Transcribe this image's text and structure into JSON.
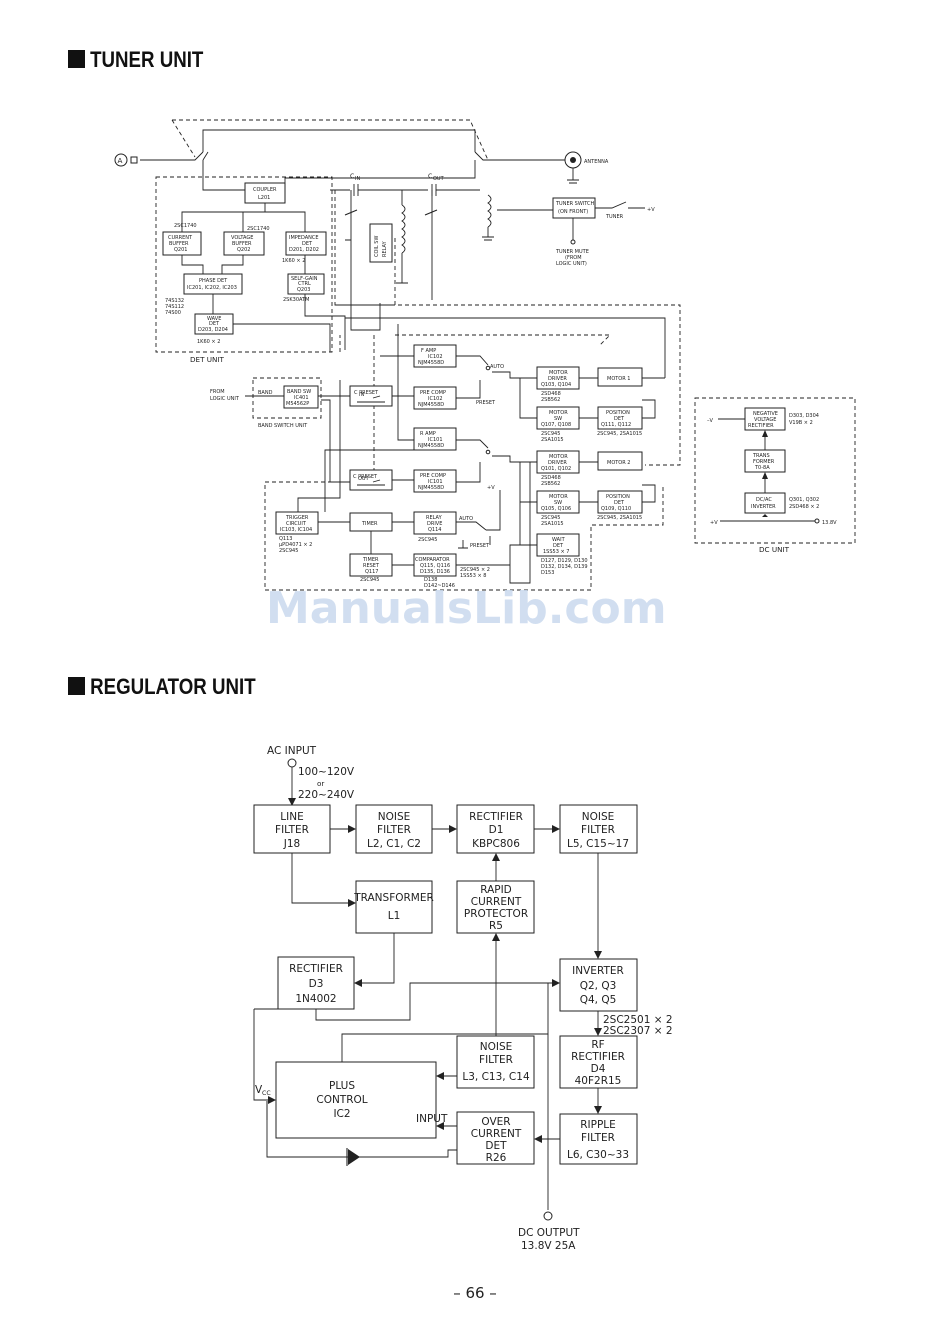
{
  "titles": {
    "tuner": "TUNER UNIT",
    "regulator": "REGULATOR UNIT"
  },
  "watermark": "ManualsLib.com",
  "page_number": "– 66 –",
  "tuner": {
    "connector": "A",
    "antenna": "ANTENNA",
    "c_in": "C",
    "c_in_sub": "IN",
    "c_out": "C",
    "c_out_sub": "OUT",
    "coupler": [
      "COUPLER",
      "L201"
    ],
    "current_buffer": [
      "CURRENT",
      "BUFFER",
      "Q201"
    ],
    "voltage_buffer": [
      "VOLTAGE",
      "BUFFER",
      "Q202"
    ],
    "impedance_det": [
      "IMPEDANCE",
      "DET",
      "D201, D202"
    ],
    "phase_det": [
      "PHASE DET",
      "IC201, IC202, IC203"
    ],
    "self_gain": [
      "SELF-GAIN",
      "CTRL",
      "Q203"
    ],
    "wave_det": [
      "WAVE",
      "DET",
      "D203, D204"
    ],
    "coil_relay": [
      "COIL SW",
      "RELAY"
    ],
    "tuner_switch": [
      "TUNER SWITCH",
      "(ON FRONT)"
    ],
    "tuner_label": "TUNER",
    "plus_v": "+V",
    "tuner_mute": [
      "TUNER MUTE",
      "(FROM",
      "LOGIC UNIT)"
    ],
    "part_2sc1740a": "2SC1740",
    "part_2sc1740b": "2SC1740",
    "part_1s1_60": "1K60 × 2",
    "part_ic_list": [
      "74S132",
      "74S112",
      "74S00"
    ],
    "part_2sk30": "2SK30ATM",
    "part_1k60b": "1K60 × 2",
    "det_unit": "DET UNIT",
    "from_logic": [
      "FROM",
      "LOGIC UNIT"
    ],
    "band_label": "BAND",
    "band_sw": [
      "BAND SW",
      "IC401",
      "M54562P"
    ],
    "band_switch_unit": "BAND SWITCH UNIT",
    "cin_preset": "C   PRESET",
    "cin_preset_sub": "IN",
    "cout_preset": "C    PRESET",
    "cout_preset_sub": "OUT",
    "fin_amp": [
      "F   AMP",
      "IC102",
      "NJM4558D"
    ],
    "pre_comp1": [
      "PRE COMP",
      "IC102",
      "NJM4558D"
    ],
    "rout_amp": [
      "R   AMP",
      "IC101",
      "NJM4558D"
    ],
    "pre_comp2": [
      "PRE COMP",
      "IC101",
      "NJM4558D"
    ],
    "auto1": "AUTO",
    "preset1": "PRESET",
    "motor_driver1": [
      "MOTOR",
      "DRIVER",
      "Q103, Q104"
    ],
    "motor1": "MOTOR 1",
    "md1_parts": [
      "2SD468",
      "2SB562"
    ],
    "motor_sw1": [
      "MOTOR",
      "SW",
      "Q107, Q108"
    ],
    "position_det1": [
      "POSITION",
      "DET",
      "Q111, Q112"
    ],
    "ms1_parts": [
      "2SC945",
      "2SA1015"
    ],
    "pd1_parts": "2SC945, 2SA1015",
    "motor_driver2": [
      "MOTOR",
      "DRIVER",
      "Q101, Q102"
    ],
    "motor2": "MOTOR 2",
    "md2_parts": [
      "2SD468",
      "2SB562"
    ],
    "motor_sw2": [
      "MOTOR",
      "SW",
      "Q105, Q106"
    ],
    "position_det2": [
      "POSITION",
      "DET",
      "Q109, Q110"
    ],
    "ms2_parts": [
      "2SC945",
      "2SA1015"
    ],
    "pd2_parts": "2SC945, 2SA1015",
    "trigger": [
      "TRIGGER",
      "CIRCUIT",
      "IC103, IC104"
    ],
    "trigger_parts": [
      "Q113",
      "µPD4071 × 2",
      "2SC945"
    ],
    "timer": "TIMER",
    "relay_drive": [
      "RELAY",
      "DRIVE",
      "Q114"
    ],
    "relay_parts": "2SC945",
    "auto2": "AUTO",
    "preset2": "PRESET",
    "plus_v2": "+V",
    "wait_det": [
      "WAIT",
      "DET",
      "1SS53 × 7"
    ],
    "wait_parts": [
      "D127, D129, D130",
      "D132, D134, D139",
      "D153"
    ],
    "timer_reset": [
      "TIMER",
      "RESET",
      "Q117"
    ],
    "timer_reset_part": "2SC945",
    "comparator": [
      "COMPARATOR",
      "Q115, Q116",
      "D135, D136"
    ],
    "comp_parts": [
      "2SC945 × 2",
      "1SS53 × 8"
    ],
    "comp_parts2": [
      "D138",
      "D142~D146"
    ],
    "neg_rect": [
      "NEGATIVE",
      "VOLTAGE",
      "RECTIFIER"
    ],
    "neg_parts": [
      "D303, D304",
      "V19B × 2"
    ],
    "minus_v": "–V",
    "transformer_dc": [
      "TRANS",
      "FORMER",
      "T0-8A"
    ],
    "dcac": [
      "DC/AC",
      "INVERTER"
    ],
    "dcac_parts": [
      "Q301, Q302",
      "2SD468 × 2"
    ],
    "plus_v3": "+V",
    "v138": "13.8V",
    "dc_unit": "DC UNIT"
  },
  "regulator": {
    "ac_input": "AC INPUT",
    "voltage1": "100~120V",
    "or": "or",
    "voltage2": "220~240V",
    "line_filter": [
      "LINE",
      "FILTER",
      "J18"
    ],
    "noise_filter1": [
      "NOISE",
      "FILTER",
      "L2, C1, C2"
    ],
    "rectifier_d1": [
      "RECTIFIER",
      "D1",
      "KBPC806"
    ],
    "noise_filter2": [
      "NOISE",
      "FILTER",
      "L5, C15~17"
    ],
    "transformer": [
      "TRANSFORMER",
      "L1"
    ],
    "rapid_current": [
      "RAPID",
      "CURRENT",
      "PROTECTOR",
      "R5"
    ],
    "rectifier_d3": [
      "RECTIFIER",
      "D3",
      "1N4002"
    ],
    "inverter": [
      "INVERTER",
      "Q2, Q3",
      "Q4, Q5"
    ],
    "inverter_parts": [
      "2SC2501 × 2",
      "2SC2307 × 2"
    ],
    "rf_rectifier": [
      "RF",
      "RECTIFIER",
      "D4",
      "40F2R15"
    ],
    "noise_filter3": [
      "NOISE",
      "FILTER",
      "L3, C13, C14"
    ],
    "plus_control": [
      "PLUS",
      "CONTROL",
      "IC2"
    ],
    "vcc": "V",
    "vcc_sub": "CC",
    "input": "INPUT",
    "over_current": [
      "OVER",
      "CURRENT",
      "DET",
      "R26"
    ],
    "ripple_filter": [
      "RIPPLE",
      "FILTER",
      "L6, C30~33"
    ],
    "dc_output": "DC OUTPUT",
    "dc_output_val": "13.8V 25A"
  }
}
